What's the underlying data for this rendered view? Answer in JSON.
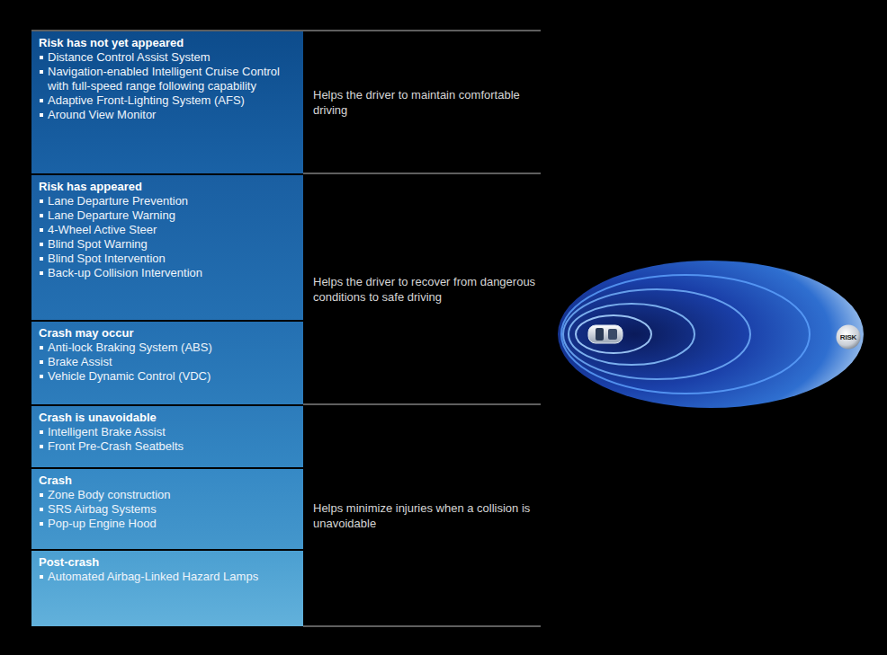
{
  "diagram": {
    "nodes": [
      {
        "text": [
          "Risk has not yet appeared",
          "Distance Control Assist System",
          "Navigation-enabled Intelligent Cruise Control with full-speed range following capability",
          "Adaptive Front-Lighting System (AFS)",
          "Around View Monitor"
        ]
      },
      {
        "text": [
          "Risk has appeared",
          "Lane Departure Prevention",
          "Lane Departure Warning",
          "4-Wheel Active Steer",
          "Blind Spot Warning",
          "Blind Spot Intervention",
          "Back-up Collision Intervention"
        ]
      },
      {
        "text": [
          "Crash may occur",
          "Anti-lock Braking System (ABS)",
          "Brake Assist",
          "Vehicle Dynamic Control (VDC)"
        ]
      },
      {
        "text": [
          "Crash is unavoidable",
          "Intelligent Brake Assist",
          "Front Pre-Crash Seatbelts"
        ]
      },
      {
        "text": [
          "Crash",
          "Zone Body construction",
          "SRS Airbag Systems",
          "Pop-up Engine Hood"
        ]
      },
      {
        "text": [
          "Post-crash",
          "Automated Airbag-Linked Hazard Lamps"
        ]
      },
      {
        "text": [
          "RISK"
        ]
      }
    ],
    "labels": [
      "Helps the driver to maintain comfortable driving",
      "Helps the driver to recover from dangerous conditions to safe driving",
      "Helps minimize injuries when a collision is unavoidable"
    ]
  }
}
